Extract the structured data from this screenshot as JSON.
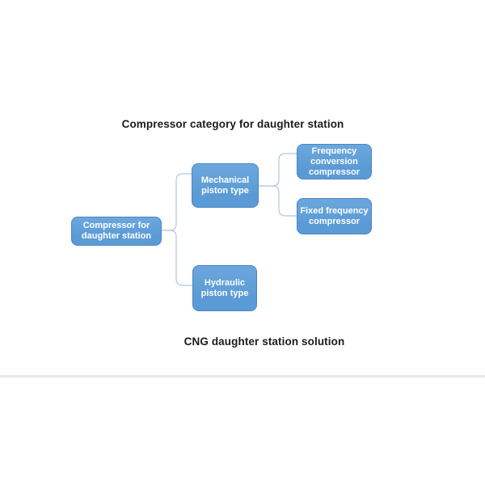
{
  "title": "Compressor category for daughter station",
  "caption": "CNG daughter station solution",
  "diagram": {
    "type": "horizontal-hierarchy",
    "nodes": {
      "root": {
        "label": "Compressor for daughter station"
      },
      "mechanical": {
        "label": "Mechanical piston type"
      },
      "hydraulic": {
        "label": "Hydraulic piston type"
      },
      "freq_conversion": {
        "label": "Frequency conversion compressor"
      },
      "fixed_frequency": {
        "label": "Fixed frequency compressor"
      }
    },
    "edges": [
      [
        "root",
        "mechanical"
      ],
      [
        "root",
        "hydraulic"
      ],
      [
        "mechanical",
        "freq_conversion"
      ],
      [
        "mechanical",
        "fixed_frequency"
      ]
    ]
  },
  "colors": {
    "background": "#ffffff",
    "node_fill": "#5b9bd5",
    "node_fill_top": "#6ca7dd",
    "node_border": "#4a86c4",
    "node_text": "#ffffff",
    "connector": "#afc7e2",
    "text": "#1c1c1c",
    "divider": "#e8e8e8"
  }
}
